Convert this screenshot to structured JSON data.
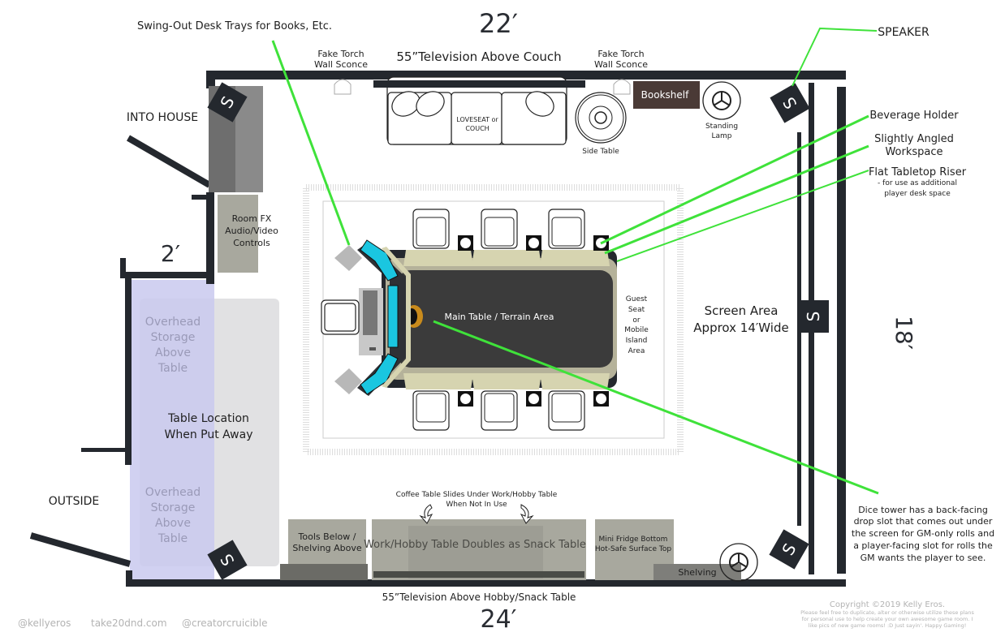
{
  "title": "Game Room Floor Plan",
  "dimensions": {
    "top": "22′",
    "bottom": "24′",
    "right": "18′",
    "alcove": "2′"
  },
  "labels": {
    "swing_out_trays": "Swing-Out Desk Trays for Books, Etc.",
    "torch_left_1": "Fake Torch",
    "torch_left_2": "Wall Sconce",
    "torch_right_1": "Fake Torch",
    "torch_right_2": "Wall Sconce",
    "tv_top": "55”Television Above Couch",
    "speaker": "SPEAKER",
    "into_house": "INTO HOUSE",
    "couch_1": "LOVESEAT or",
    "couch_2": "COUCH",
    "side_table": "Side Table",
    "bookshelf": "Bookshelf",
    "lamp_1": "Standing",
    "lamp_2": "Lamp",
    "beverage_holder": "Beverage Holder",
    "angled_1": "Slightly Angled",
    "angled_2": "Workspace",
    "riser_1": "Flat Tabletop Riser",
    "riser_2": "- for use as additional",
    "riser_3": "player desk space",
    "room_fx_1": "Room FX",
    "room_fx_2": "Audio/Video",
    "room_fx_3": "Controls",
    "main_table": "Main Table / Terrain Area",
    "guest_1": "Guest",
    "guest_2": "Seat",
    "guest_3": "or",
    "guest_4": "Mobile",
    "guest_5": "Island",
    "guest_6": "Area",
    "screen_1": "Screen Area",
    "screen_2": "Approx 14′Wide",
    "overhead_1": [
      "Overhead",
      "Storage",
      "Above",
      "Table"
    ],
    "overhead_2": [
      "Overhead",
      "Storage",
      "Above",
      "Table"
    ],
    "table_loc_1": "Table Location",
    "table_loc_2": "When Put Away",
    "outside": "OUTSIDE",
    "coffee_1": "Coffee Table Slides Under Work/Hobby Table",
    "coffee_2": "When Not In Use",
    "tools_1": "Tools Below /",
    "tools_2": "Shelving Above",
    "hobby_table": "Work/Hobby Table Doubles as Snack Table",
    "fridge_1": "Mini Fridge Bottom",
    "fridge_2": "Hot-Safe Surface Top",
    "shelving": "Shelving",
    "tv_bottom": "55”Television Above Hobby/Snack Table",
    "dice_1": "Dice tower has a back-facing",
    "dice_2": "drop slot that comes out under",
    "dice_3": "the screen for GM-only rolls and",
    "dice_4": "a player-facing slot for rolls the",
    "dice_5": "GM wants the player to see.",
    "speaker_glyph": "S"
  },
  "footer": {
    "handle_1": "@kellyeros",
    "site": "take20dnd.com",
    "handle_2": "@creatorcruicible",
    "copyright": "Copyright ©2019 Kelly Eros.",
    "note_1": "Please feel free to duplicate, alter or otherwise utilize these plans",
    "note_2": "for personal use to help create your own awesome game room. I",
    "note_3": "like pics of new game rooms! :D Just sayin'. Happy Gaming!"
  },
  "colors": {
    "wall": "#24282e",
    "callout_line": "#3fe23a",
    "accent_cyan": "#1ac6e0",
    "bookshelf": "#4a3a36",
    "furniture_grey": "#a8a89e",
    "overhead_storage": "#c8c8ec"
  }
}
